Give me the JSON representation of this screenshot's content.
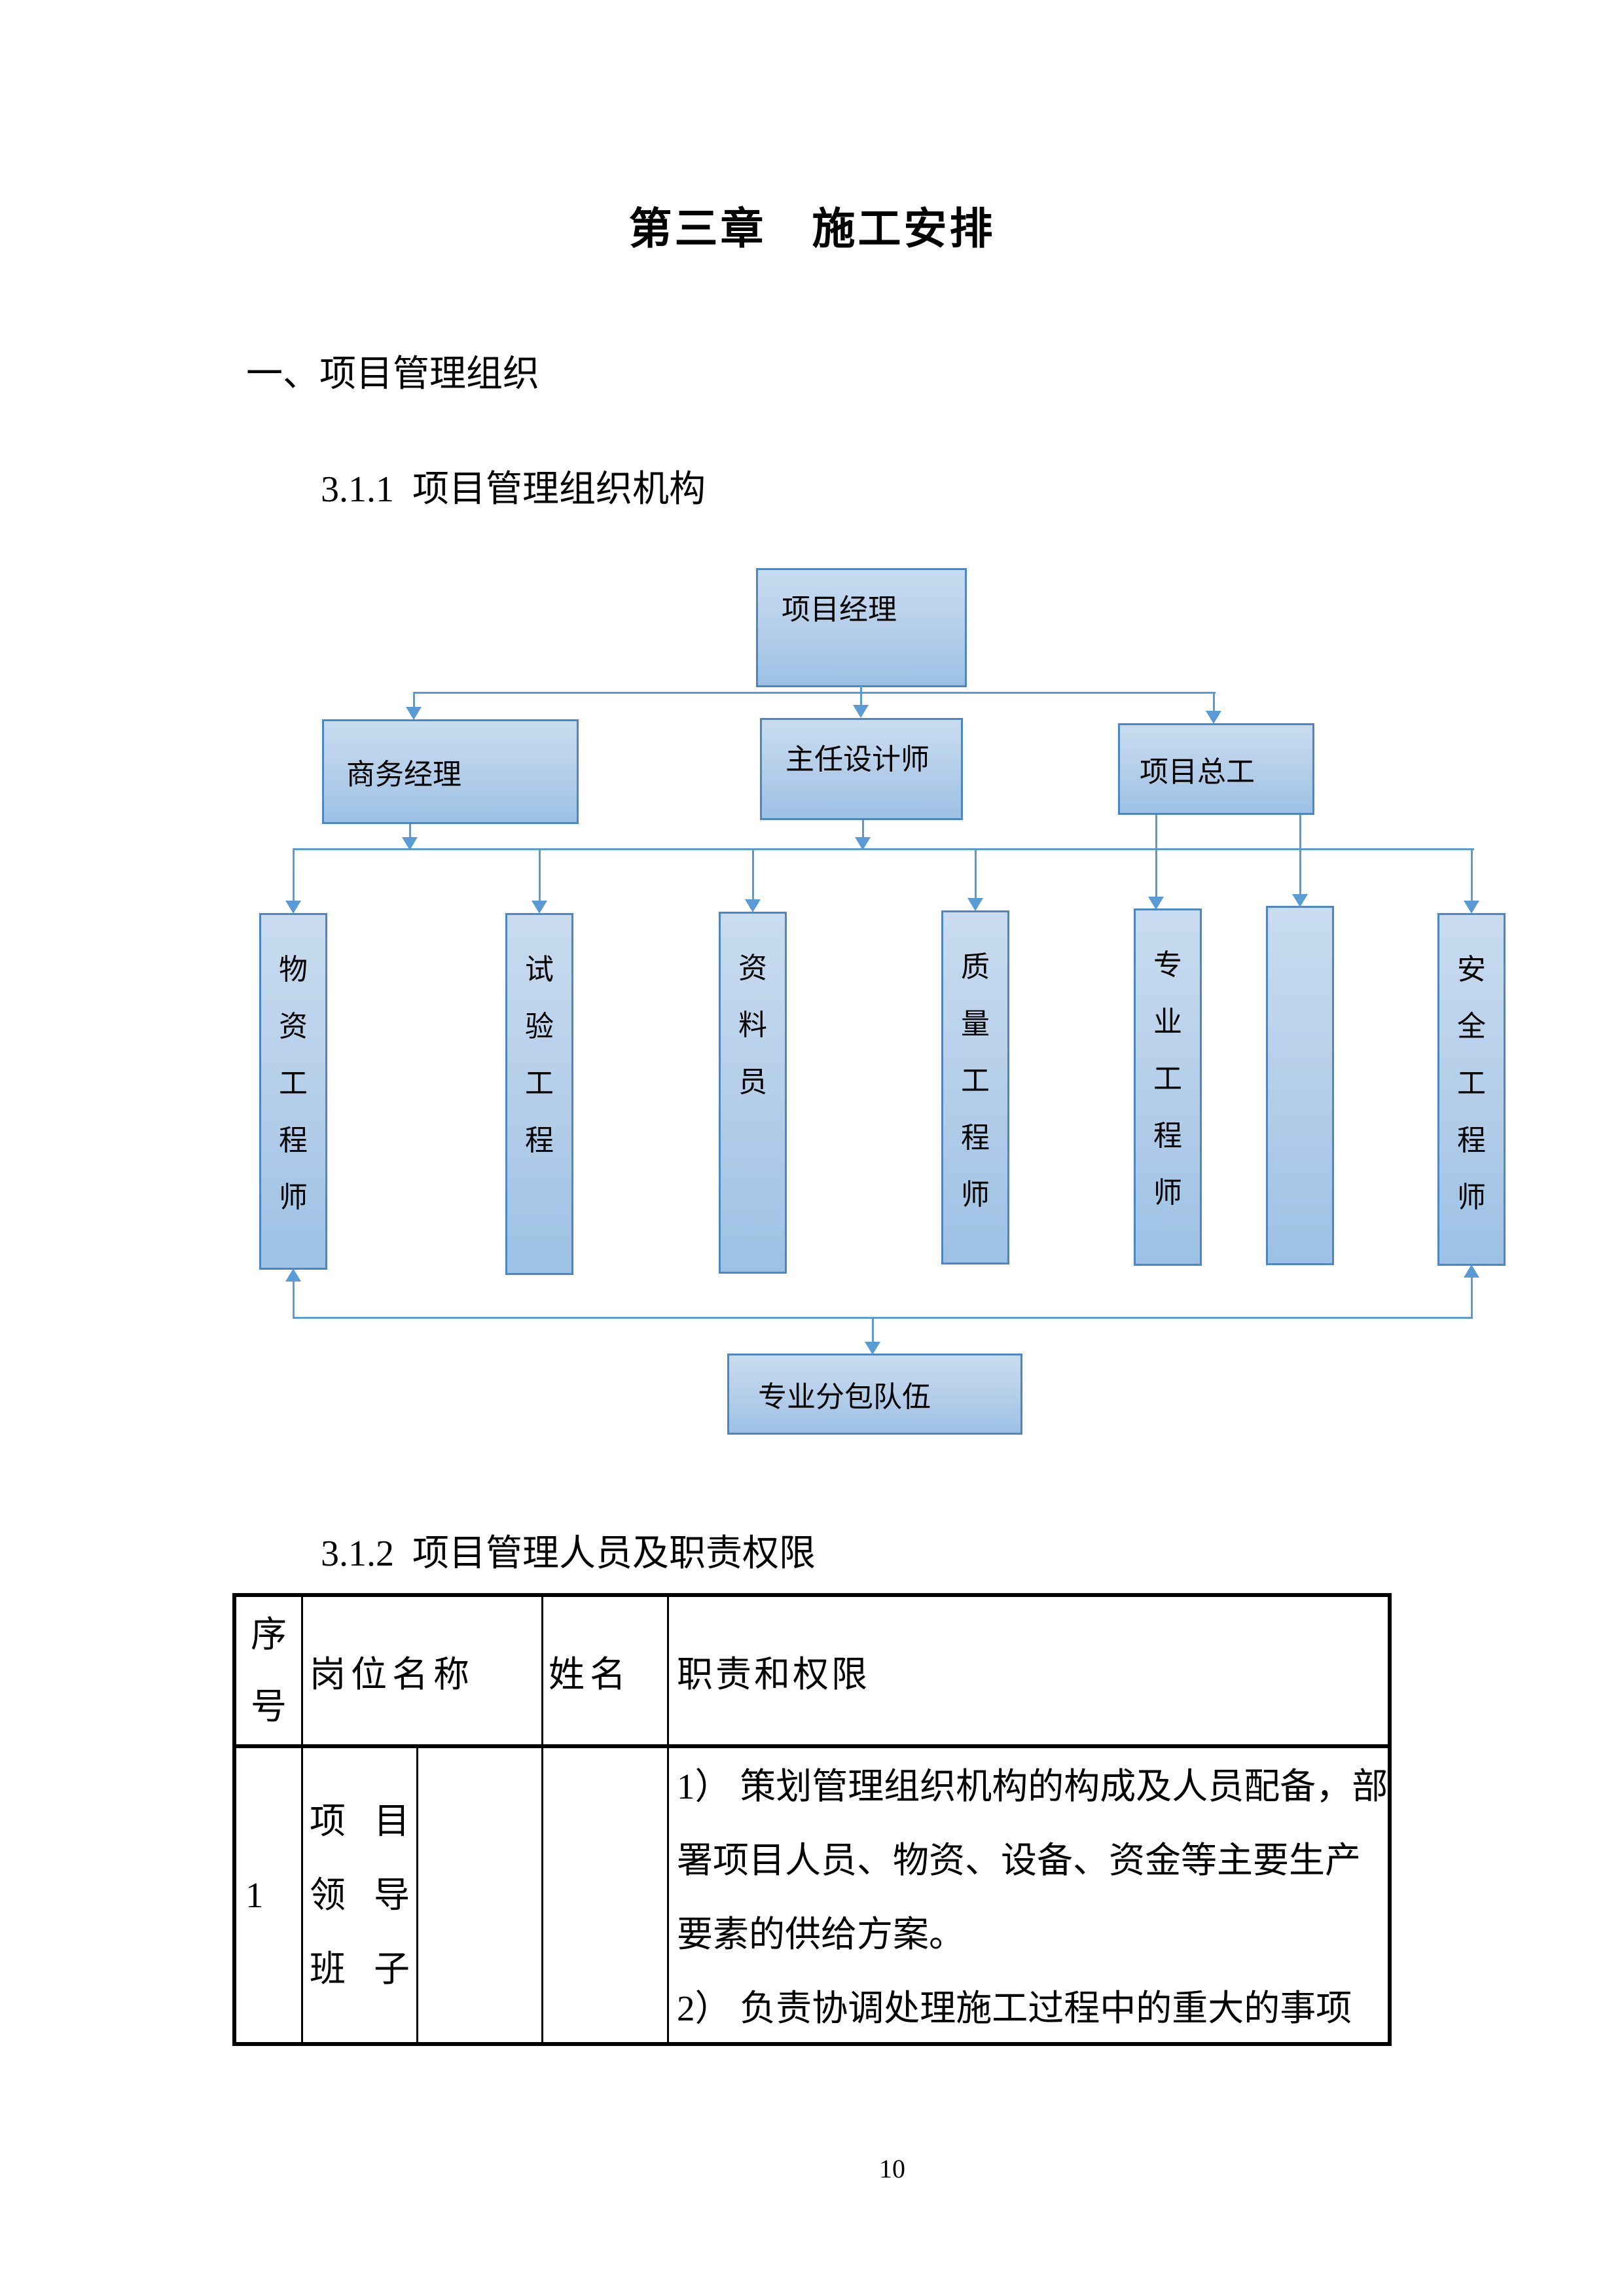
{
  "title": "第三章　施工安排",
  "headings": {
    "section1": "一、项目管理组织",
    "s311": "3.1.1  项目管理组织机构",
    "s312": "3.1.2  项目管理人员及职责权限"
  },
  "org_chart": {
    "project_manager": "项目经理",
    "business_manager": "商务经理",
    "chief_designer": "主任设计师",
    "chief_engineer": "项目总工",
    "staff": [
      "物资工程师",
      "试验工程",
      "资料员",
      "质量工程师",
      "专业工程师",
      "",
      "安全工程师"
    ],
    "subcontract": "专业分包队伍"
  },
  "table": {
    "headers": {
      "no": "序号",
      "position": "岗位名称",
      "name": "姓名",
      "duty": "职责和权限"
    },
    "rows": [
      {
        "no": "1",
        "position_lines": [
          "项目",
          "领导",
          "班子"
        ],
        "name": "",
        "duty_lines": [
          "1） 策划管理组织机构的构成及人员配备，部",
          "署项目人员、物资、设备、资金等主要生产",
          "要素的供给方案。",
          "2） 负责协调处理施工过程中的重大的事项"
        ]
      }
    ]
  },
  "page_number": "10",
  "colors": {
    "box_fill_top": "#c9dcf0",
    "box_fill_bottom": "#9cc1e4",
    "box_border": "#4d86c0",
    "connector": "#5b9bd5",
    "table_border": "#000000",
    "text": "#000000",
    "background": "#ffffff"
  }
}
